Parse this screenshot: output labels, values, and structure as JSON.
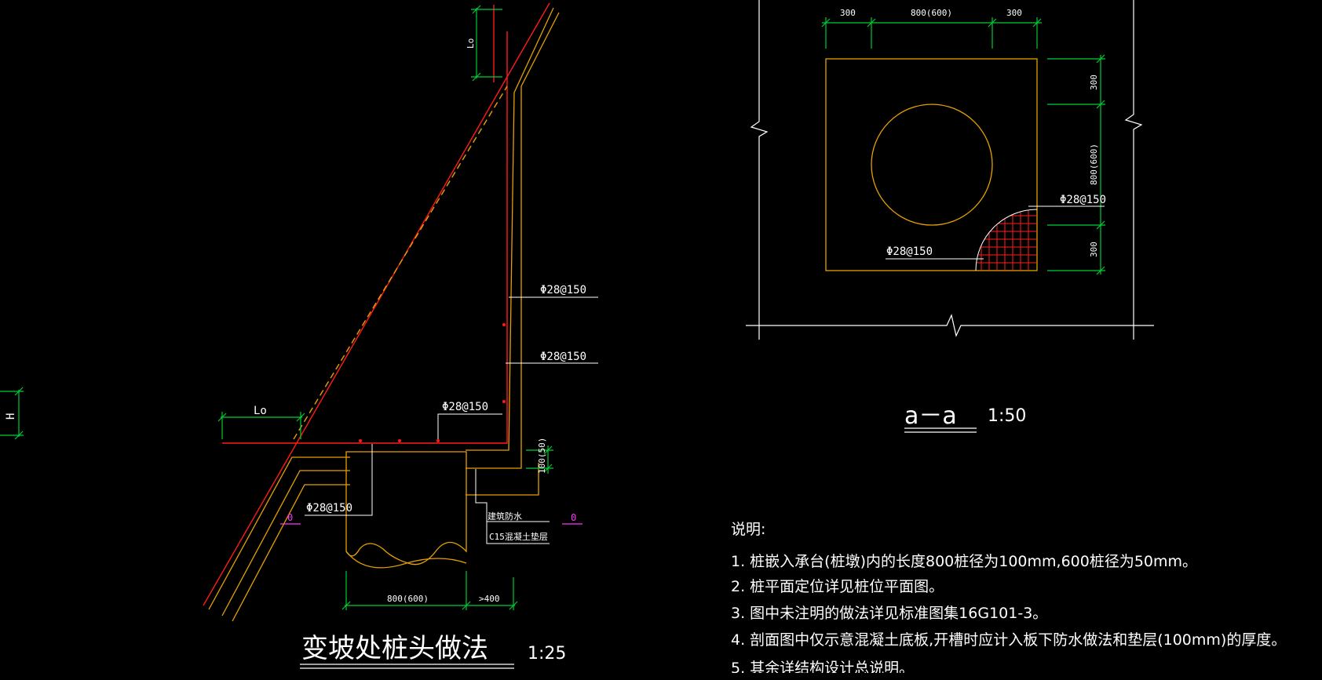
{
  "colors": {
    "background": "#000000",
    "rebar": "#ff1a1a",
    "concrete": "#e6a000",
    "dimension": "#00cc33",
    "text": "#ffffff",
    "level": "#ff33ff",
    "hatch": "#ff2020"
  },
  "left_detail": {
    "title": "变坡处桩头做法",
    "scale": "1:25",
    "labels": {
      "lo_top": "Lo",
      "lo_left": "Lo",
      "h_mark": "H",
      "rebar_1": "Φ28@150",
      "rebar_2": "Φ28@150",
      "rebar_3": "Φ28@150",
      "rebar_4": "Φ28@150",
      "waterproof": "建筑防水",
      "cushion": "C15混凝土垫层",
      "dim_pile": "800(600)",
      "dim_side": ">400",
      "dim_vert": "100(50)",
      "level_left": "0",
      "level_right": "0"
    }
  },
  "right_section": {
    "title": "a－a",
    "scale": "1:50",
    "labels": {
      "dim_top_1": "300",
      "dim_top_2": "800(600)",
      "dim_top_3": "300",
      "dim_right_1": "300",
      "dim_right_2": "800(600)",
      "dim_right_3": "300",
      "rebar_a": "Φ28@150",
      "rebar_b": "Φ28@150"
    }
  },
  "notes": {
    "heading": "说明:",
    "items": [
      "1.  桩嵌入承台(桩墩)内的长度800桩径为100mm,600桩径为50mm。",
      "2.  桩平面定位详见桩位平面图。",
      "3.  图中未注明的做法详见标准图集16G101-3。",
      "4.  剖面图中仅示意混凝土底板,开槽时应计入板下防水做法和垫层(100mm)的厚度。",
      "5.  其余详结构设计总说明。"
    ]
  }
}
